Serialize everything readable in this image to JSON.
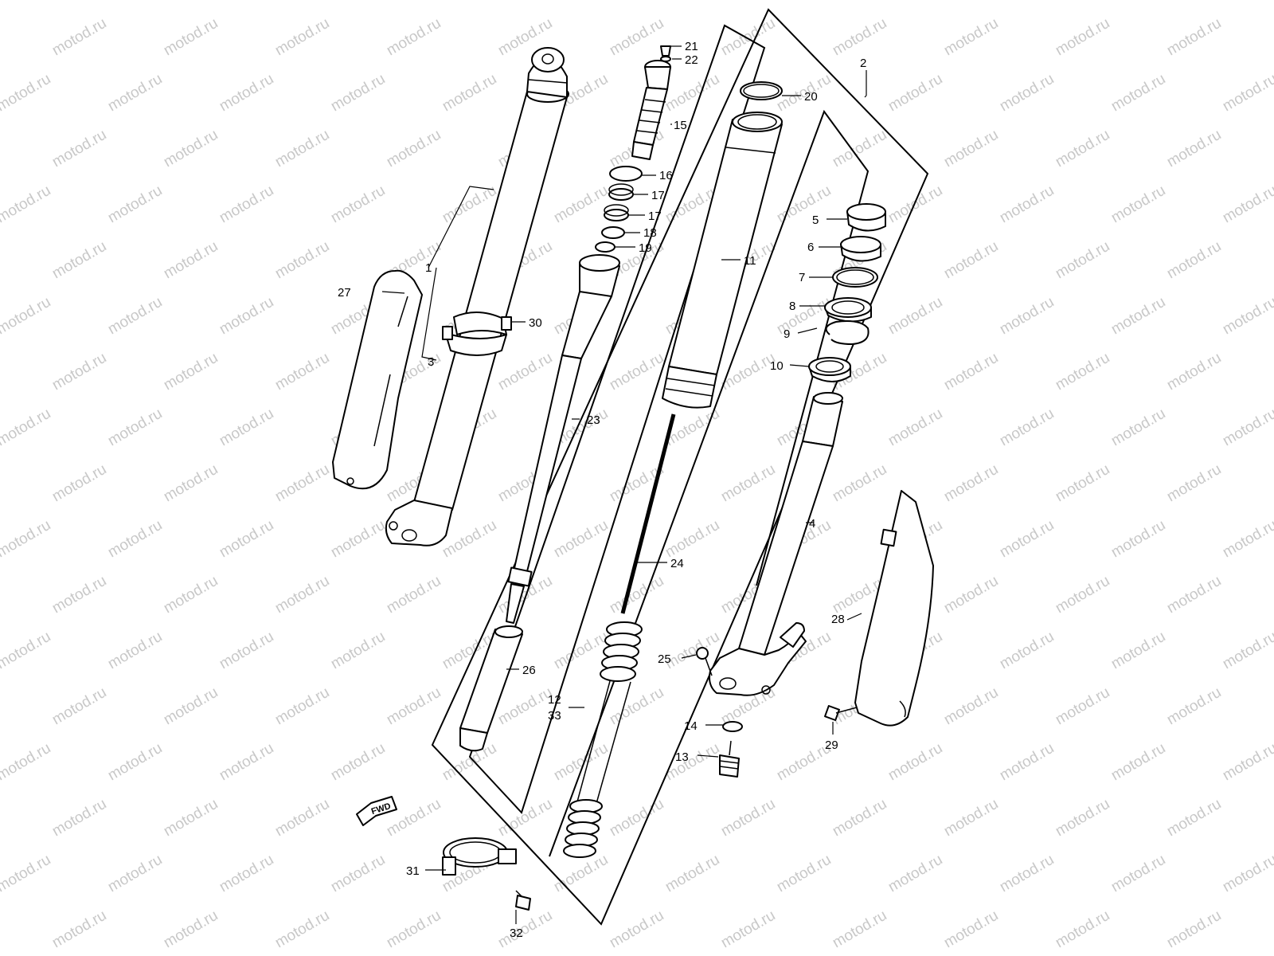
{
  "watermark": {
    "text": "motod.ru",
    "color": "#c8c8c8"
  },
  "direction_badge": {
    "label": "FWD"
  },
  "labels": {
    "p1": "1",
    "p2": "2",
    "p3": "3",
    "p4": "4",
    "p5": "5",
    "p6": "6",
    "p7": "7",
    "p8": "8",
    "p9": "9",
    "p10": "10",
    "p11": "11",
    "p12": "12",
    "p13": "13",
    "p14": "14",
    "p15": "15",
    "p16": "16",
    "p17a": "17",
    "p17b": "17",
    "p18": "18",
    "p19": "19",
    "p20": "20",
    "p21": "21",
    "p22": "22",
    "p23": "23",
    "p24": "24",
    "p25": "25",
    "p26": "26",
    "p27": "27",
    "p28": "28",
    "p29": "29",
    "p30": "30",
    "p31": "31",
    "p32": "32",
    "p33": "33"
  }
}
